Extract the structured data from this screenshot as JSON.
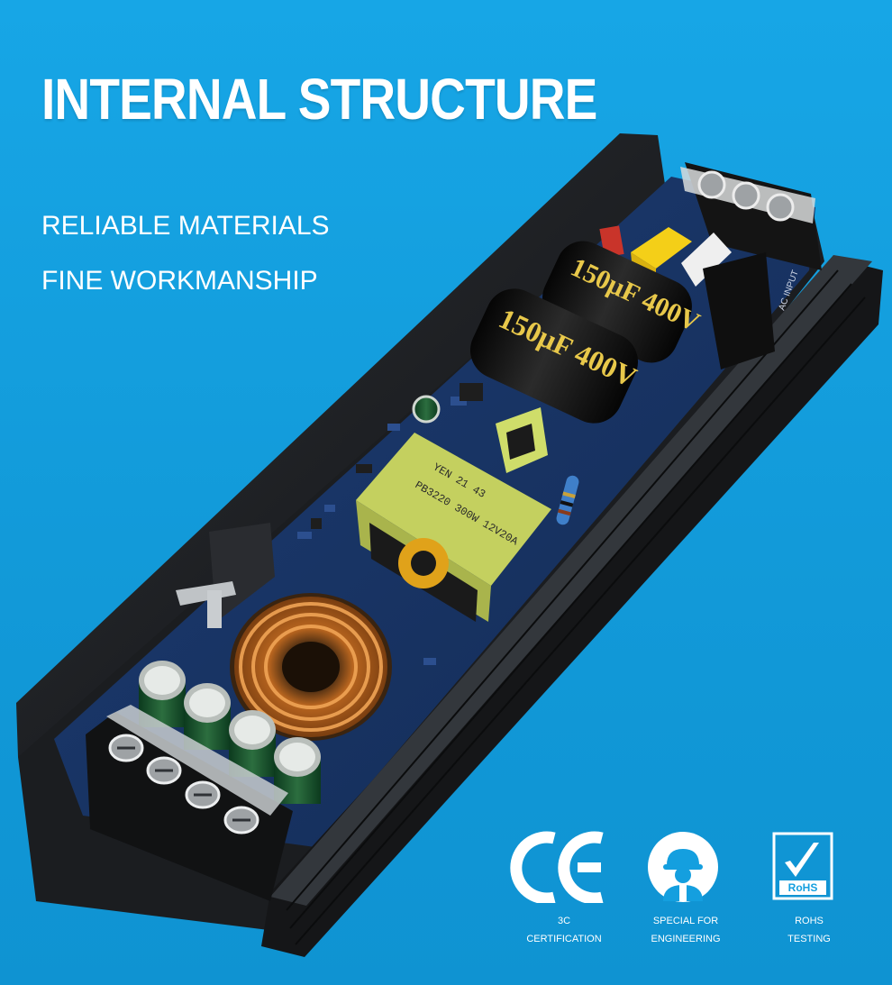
{
  "headline": "INTERNAL STRUCTURE",
  "taglines": [
    "RELIABLE MATERIALS",
    "FINE WORKMANSHIP"
  ],
  "product": {
    "capacitor_text": "150µF 400V",
    "transformer_text_1": "PB3220 300W 12V20A",
    "transformer_text_2": "YEN 21 43",
    "input_label": "AC INPUT"
  },
  "certifications": [
    {
      "icon": "ce-mark-icon",
      "line1": "3C",
      "line2": "CERTIFICATION"
    },
    {
      "icon": "engineer-icon",
      "line1": "SPECIAL FOR",
      "line2": "ENGINEERING"
    },
    {
      "icon": "rohs-icon",
      "line1": "ROHS",
      "line2": "TESTING",
      "badge": "RoHS"
    }
  ],
  "colors": {
    "background": "#149fdf",
    "housing": "#1a1c1f",
    "pcb": "#16305e",
    "capacitor": "#121212",
    "capacitor_text": "#e8c84a",
    "transformer": "#cfdd6a",
    "coil": "#c9742a",
    "relay": "#f3cc16"
  }
}
